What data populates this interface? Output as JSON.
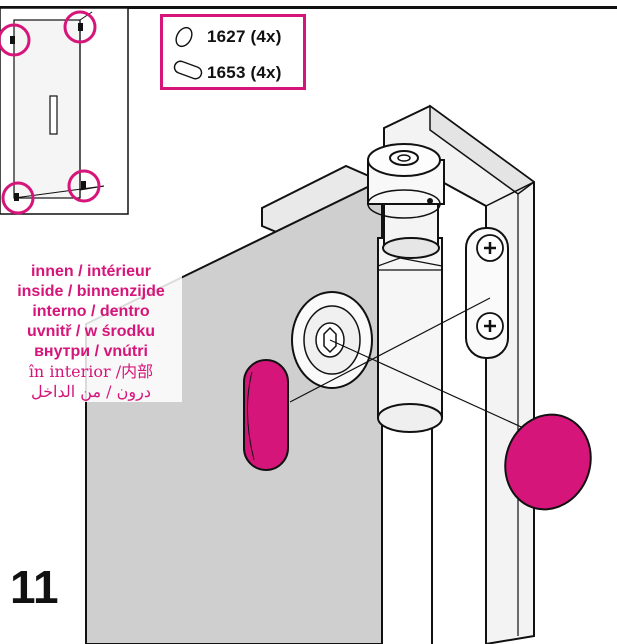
{
  "step_number": "11",
  "parts": [
    {
      "icon": "round-cap-icon",
      "label": "1627 (4x)"
    },
    {
      "icon": "oblong-cap-icon",
      "label": "1653 (4x)"
    }
  ],
  "legend_lines": [
    "innen / intérieur",
    "inside / binnenzijde",
    "interno / dentro",
    "uvnitř / w środku",
    "внутри / vnútri",
    "în interior /内部",
    "درون / من الداخل"
  ],
  "colors": {
    "accent": "#d6157a",
    "line": "#111111",
    "glass": "#cfcfcf"
  }
}
